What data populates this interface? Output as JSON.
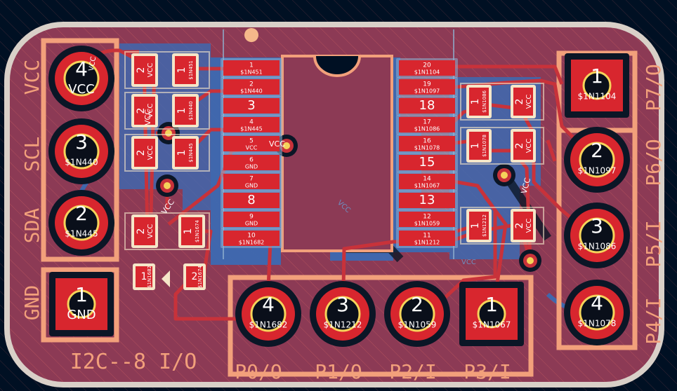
{
  "colors": {
    "background": "#001023",
    "board": "#8c3a55",
    "edge": "#d9d0c8",
    "silk": "#f2a07b",
    "copper_back": "#3a6bb5",
    "copper_front": "#c8323a",
    "pad": "#d8262e",
    "ring": "#f5d35a",
    "drill": "#0a0f1a"
  },
  "board": {
    "silk_labels": {
      "vcc": "VCC",
      "scl": "SCL",
      "sda": "SDA",
      "gnd": "GND",
      "p7": "P7/O",
      "p6": "P6/O",
      "p5": "P5/I",
      "p4": "P4/I",
      "p0": "P0/O",
      "p1": "P1/O",
      "p2": "P2/I",
      "p3": "P3/I",
      "title": "I2C--8 I/O"
    },
    "net_vcc": "VCC",
    "left_header": [
      {
        "num": "4",
        "net": "VCC"
      },
      {
        "num": "3",
        "net": "$1N440"
      },
      {
        "num": "2",
        "net": "$1N445"
      },
      {
        "num": "1",
        "net": "GND"
      }
    ],
    "right_header": [
      {
        "num": "1",
        "net": "$1N1104"
      },
      {
        "num": "2",
        "net": "$1N1097"
      },
      {
        "num": "3",
        "net": "$1N1086"
      },
      {
        "num": "4",
        "net": "$1N1078"
      }
    ],
    "bottom_header": [
      {
        "num": "4",
        "net": "$1N1682"
      },
      {
        "num": "3",
        "net": "$1N1212"
      },
      {
        "num": "2",
        "net": "$1N1059"
      },
      {
        "num": "1",
        "net": "$1N1067"
      }
    ],
    "ic_left": [
      {
        "num": "1",
        "net": "$1N451"
      },
      {
        "num": "2",
        "net": "$1N440"
      },
      {
        "num": "3",
        "net": ""
      },
      {
        "num": "4",
        "net": "$1N445"
      },
      {
        "num": "5",
        "net": "VCC"
      },
      {
        "num": "6",
        "net": "GND"
      },
      {
        "num": "7",
        "net": "GND"
      },
      {
        "num": "8",
        "net": ""
      },
      {
        "num": "9",
        "net": "GND"
      },
      {
        "num": "10",
        "net": "$1N1682"
      }
    ],
    "ic_right": [
      {
        "num": "20",
        "net": "$1N1104"
      },
      {
        "num": "19",
        "net": "$1N1097"
      },
      {
        "num": "18",
        "net": ""
      },
      {
        "num": "17",
        "net": "$1N1086"
      },
      {
        "num": "16",
        "net": "$1N1078"
      },
      {
        "num": "15",
        "net": ""
      },
      {
        "num": "14",
        "net": "$1N1067"
      },
      {
        "num": "13",
        "net": ""
      },
      {
        "num": "12",
        "net": "$1N1059"
      },
      {
        "num": "11",
        "net": "$1N1212"
      }
    ],
    "smd_left": [
      {
        "a": "2",
        "an": "VCC",
        "b": "1",
        "bn": "$1N451"
      },
      {
        "a": "2",
        "an": "VCC",
        "b": "1",
        "bn": "$1N440"
      },
      {
        "a": "2",
        "an": "VCC",
        "b": "1",
        "bn": "$1N445"
      },
      {
        "a": "2",
        "an": "VCC",
        "b": "1",
        "bn": "$1N1674"
      }
    ],
    "smd_led": {
      "a": "1",
      "an": "$1N1682",
      "b": "2",
      "bn": "$1N1674"
    },
    "smd_right": [
      {
        "a": "1",
        "an": "$1N1086",
        "b": "2",
        "bn": "VCC"
      },
      {
        "a": "1",
        "an": "$1N1078",
        "b": "2",
        "bn": "VCC"
      },
      {
        "a": "1",
        "an": "$1N1212",
        "b": "2",
        "bn": "VCC"
      }
    ]
  }
}
